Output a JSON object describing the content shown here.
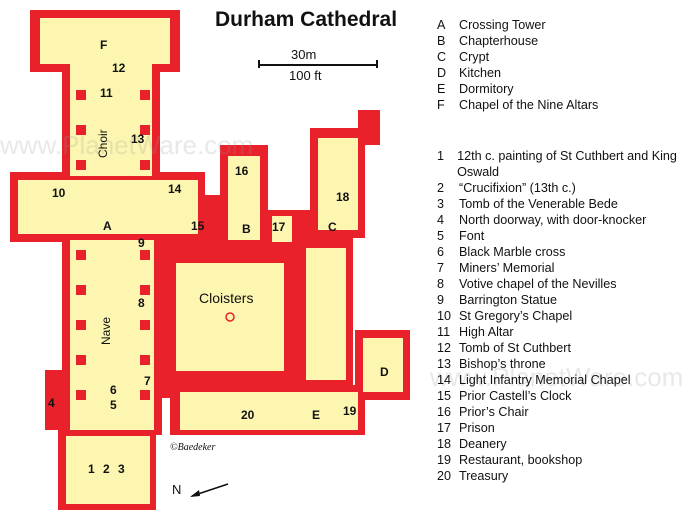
{
  "title": "Durham Cathedral",
  "scale": {
    "metric": "30m",
    "imperial": "100 ft"
  },
  "legend_letters": [
    {
      "key": "A",
      "label": "Crossing Tower"
    },
    {
      "key": "B",
      "label": "Chapterhouse"
    },
    {
      "key": "C",
      "label": "Crypt"
    },
    {
      "key": "D",
      "label": "Kitchen"
    },
    {
      "key": "E",
      "label": "Dormitory"
    },
    {
      "key": "F",
      "label": "Chapel of the Nine Altars"
    }
  ],
  "legend_numbers": [
    {
      "key": "1",
      "label": "12th c. painting of St Cuthbert and King Oswald"
    },
    {
      "key": "2",
      "label": "“Crucifixion” (13th c.)"
    },
    {
      "key": "3",
      "label": "Tomb of the Venerable Bede"
    },
    {
      "key": "4",
      "label": "North doorway, with door-knocker"
    },
    {
      "key": "5",
      "label": "Font"
    },
    {
      "key": "6",
      "label": "Black Marble cross"
    },
    {
      "key": "7",
      "label": "Miners’ Memorial"
    },
    {
      "key": "8",
      "label": "Votive chapel of the Nevilles"
    },
    {
      "key": "9",
      "label": "Barrington Statue"
    },
    {
      "key": "10",
      "label": "St Gregory’s Chapel"
    },
    {
      "key": "11",
      "label": "High Altar"
    },
    {
      "key": "12",
      "label": "Tomb of St Cuthbert"
    },
    {
      "key": "13",
      "label": "Bishop’s throne"
    },
    {
      "key": "14",
      "label": "Light Infantry Memorial Chapel"
    },
    {
      "key": "15",
      "label": "Prior Castell’s Clock"
    },
    {
      "key": "16",
      "label": "Prior’s Chair"
    },
    {
      "key": "17",
      "label": "Prison"
    },
    {
      "key": "18",
      "label": "Deanery"
    },
    {
      "key": "19",
      "label": "Restaurant, bookshop"
    },
    {
      "key": "20",
      "label": "Treasury"
    }
  ],
  "plan_labels": {
    "choir": "Choir",
    "nave": "Nave",
    "cloisters": "Cloisters",
    "A": "A",
    "B": "B",
    "C": "C",
    "D": "D",
    "E": "E",
    "F": "F",
    "n1": "1",
    "n2": "2",
    "n3": "3",
    "n4": "4",
    "n5": "5",
    "n6": "6",
    "n7": "7",
    "n8": "8",
    "n9": "9",
    "n10": "10",
    "n11": "11",
    "n12": "12",
    "n13": "13",
    "n14": "14",
    "n15": "15",
    "n16": "16",
    "n17": "17",
    "n18": "18",
    "n19": "19",
    "n20": "20"
  },
  "credit": "©Baedeker",
  "north": "N",
  "watermark": "www.PlanetWare.com",
  "colors": {
    "wall": "#e8212b",
    "floor": "#fdf6b0",
    "text": "#111111"
  }
}
